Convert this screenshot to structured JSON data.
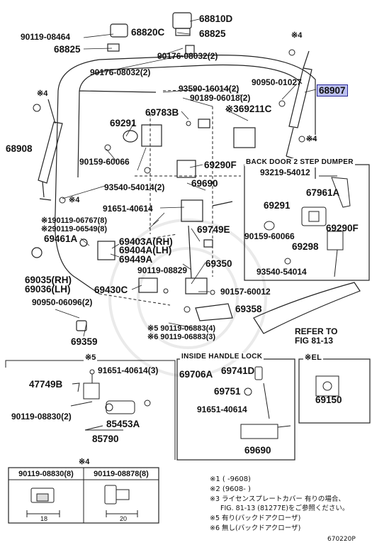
{
  "parts": {
    "p68810D": "68810D",
    "p90119_08464": "90119-08464",
    "p68820C": "68820C",
    "p68825_top": "68825",
    "p68825_left": "68825",
    "p90176_08032_a": "90176-08032(2)",
    "p90176_08032_b": "90176-08032(2)",
    "star4_top": "※4",
    "p90950_01027": "90950-01027",
    "p68907": "68907",
    "star4_left": "※4",
    "p93590_16014": "93590-16014(2)",
    "p90189_06018": "90189-06018(2)",
    "p69783B": "69783B",
    "p69211C": "※369211C",
    "p69291": "69291",
    "p68908": "68908",
    "star4_right": "※4",
    "p90159_60066": "90159-60066",
    "p69290F": "69290F",
    "star4_mid": "※4",
    "p93540_54014": "93540-54014(2)",
    "p69690_top": "69690",
    "p91651_40614": "91651-40614",
    "p90119_06767": "※190119-06767(8)",
    "p90119_06549": "※290119-06549(8)",
    "p69749E": "69749E",
    "p69461A": "69461A",
    "p69403A": "69403A(RH)",
    "p69404A": "69404A(LH)",
    "p69449A": "69449A",
    "p90119_08829": "90119-08829",
    "p69035": "69035(RH)",
    "p69036": "69036(LH)",
    "p69350": "69350",
    "p69430C": "69430C",
    "p90157_60012": "90157-60012",
    "p90950_06096": "90950-06096(2)",
    "p69358": "69358",
    "p90119_06883_4": "※5 90119-06883(4)",
    "p90119_06883_3": "※6 90119-06883(3)",
    "p69359": "69359",
    "refer_to": "REFER TO",
    "refer_fig": "FIG 81-13"
  },
  "dumper_box": {
    "title": "BACK DOOR 2 STEP DUMPER",
    "p93219_54012": "93219-54012",
    "p67961A": "67961A",
    "p69291": "69291",
    "p69290F": "69290F",
    "p90159_60066": "90159-60066",
    "p69298": "69298",
    "p93540_54014": "93540-54014"
  },
  "sect5": {
    "title": "※5",
    "p91651_40614_3": "91651-40614(3)",
    "p47749B": "47749B",
    "p90119_08830_2": "90119-08830(2)",
    "p85453A": "85453A",
    "p85790": "85790"
  },
  "handle_lock": {
    "title": "INSIDE HANDLE LOCK",
    "p69706A": "69706A",
    "p69741D": "69741D",
    "p69751": "69751",
    "p91651_40614": "91651-40614",
    "p69690": "69690"
  },
  "el_box": {
    "title": "※EL",
    "p69150": "69150"
  },
  "bolt_table": {
    "title": "※4",
    "col1": "90119-08830(8)",
    "col2": "90119-08878(8)",
    "dim1": "18",
    "dim2": "20"
  },
  "notes": [
    "※1 (    -9608)",
    "※2 (9608-    )",
    "※3 ライセンスプレートカバー 有りの場合、",
    "FIG. 81-13 (81277E)をご参照ください。",
    "※5 有り(バックドアクローザ)",
    "※6 無し(バックドアクローザ)"
  ],
  "figure_code": "670220P",
  "colors": {
    "highlight": "#bcc0f0",
    "ink": "#111111"
  }
}
